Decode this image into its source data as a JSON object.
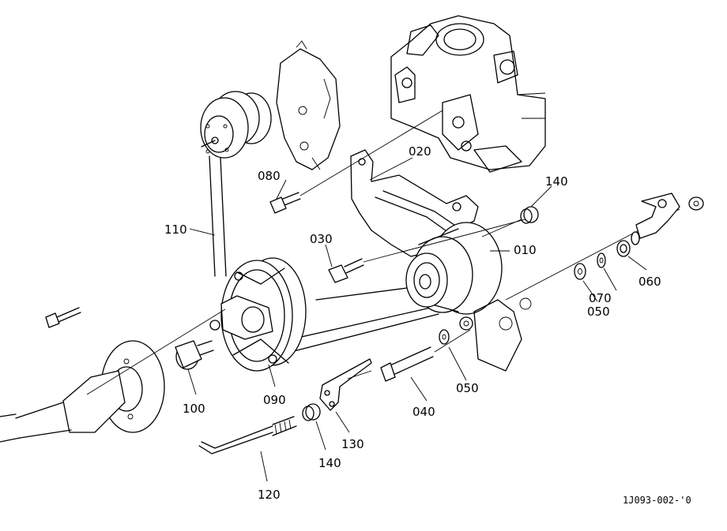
{
  "callouts": {
    "p010": "010",
    "p020": "020",
    "p030": "030",
    "p040": "040",
    "p050a": "050",
    "p050b": "050",
    "p060": "060",
    "p070": "070",
    "p080": "080",
    "p090": "090",
    "p100": "100",
    "p110": "110",
    "p120": "120",
    "p130": "130",
    "p140a": "140",
    "p140b": "140"
  },
  "diagram_code": "1J093-002-'0"
}
